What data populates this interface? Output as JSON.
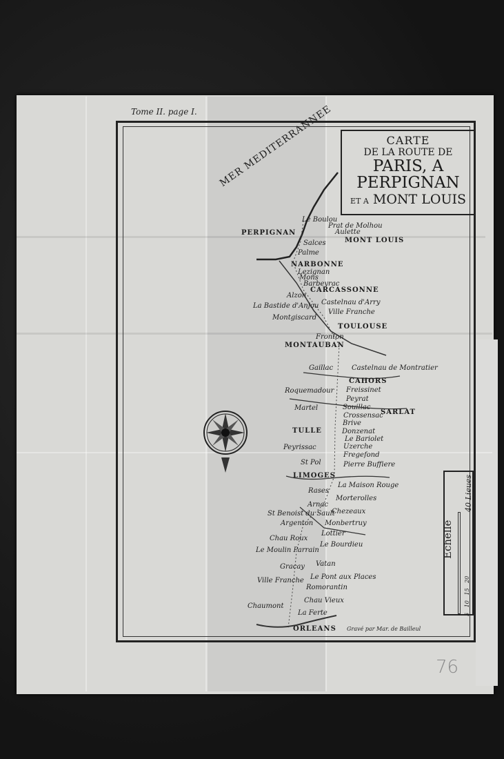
{
  "header": {
    "tome_label": "Tome II. page I."
  },
  "title": {
    "line1": "CARTE",
    "line2": "DE LA ROUTE DE",
    "line3": "PARIS, A",
    "line4": "PERPIGNAN",
    "line5_prefix": "ET A",
    "line5": "MONT LOUIS"
  },
  "sea_label": "MER MEDITERRANNEE",
  "places": [
    {
      "name": "PERPIGNAN",
      "city": true
    },
    {
      "name": "Le Boulou"
    },
    {
      "name": "Prat de Molhou"
    },
    {
      "name": "Aulette"
    },
    {
      "name": "MONT LOUIS",
      "city": true
    },
    {
      "name": "Salces"
    },
    {
      "name": "Palme"
    },
    {
      "name": "NARBONNE",
      "city": true
    },
    {
      "name": "Lezignan"
    },
    {
      "name": "Mons"
    },
    {
      "name": "Barbeyrac"
    },
    {
      "name": "CARCASSONNE",
      "city": true
    },
    {
      "name": "Alzon"
    },
    {
      "name": "Castelnau d'Arry"
    },
    {
      "name": "La Bastide d'Anjou"
    },
    {
      "name": "Ville Franche"
    },
    {
      "name": "Montgiscard"
    },
    {
      "name": "TOULOUSE",
      "city": true
    },
    {
      "name": "Fronton"
    },
    {
      "name": "MONTAUBAN",
      "city": true
    },
    {
      "name": "Gaillac"
    },
    {
      "name": "Castelnau de Montratier"
    },
    {
      "name": "CAHORS",
      "city": true
    },
    {
      "name": "Freissinet"
    },
    {
      "name": "Roquemadour"
    },
    {
      "name": "Peyrat"
    },
    {
      "name": "Martel"
    },
    {
      "name": "Souillac"
    },
    {
      "name": "SARLAT",
      "city": true
    },
    {
      "name": "Crossensac"
    },
    {
      "name": "Brive"
    },
    {
      "name": "TULLE",
      "city": true
    },
    {
      "name": "Donzenat"
    },
    {
      "name": "Le Bariolet"
    },
    {
      "name": "Uzerche"
    },
    {
      "name": "Peyrissac"
    },
    {
      "name": "Fregefond"
    },
    {
      "name": "St Pol"
    },
    {
      "name": "Pierre Buffiere"
    },
    {
      "name": "LIMOGES",
      "city": true
    },
    {
      "name": "La Maison Rouge"
    },
    {
      "name": "Rases"
    },
    {
      "name": "Morterolles"
    },
    {
      "name": "Arnac"
    },
    {
      "name": "Chezeaux"
    },
    {
      "name": "St Benoist du Sault"
    },
    {
      "name": "Argenton"
    },
    {
      "name": "Monbertruy"
    },
    {
      "name": "Lottier"
    },
    {
      "name": "Chau Roux"
    },
    {
      "name": "Le Bourdieu"
    },
    {
      "name": "Le Moulin Parrain"
    },
    {
      "name": "Gracay"
    },
    {
      "name": "Vatan"
    },
    {
      "name": "Ville Franche"
    },
    {
      "name": "Le Pont aux Places"
    },
    {
      "name": "Romorantin"
    },
    {
      "name": "Chau Vieux"
    },
    {
      "name": "Chaumont"
    },
    {
      "name": "La Ferte"
    },
    {
      "name": "ORLEANS",
      "city": true
    }
  ],
  "credit": "Gravé par Mar. de Bailleul",
  "scale": {
    "label": "Echelle",
    "unit_label": "40 Lieues",
    "ticks": "5 10 15 20"
  },
  "pencil_note": "76",
  "colors": {
    "paper": "#d9d9d6",
    "ink": "#1c1c1c",
    "background": "#161616"
  }
}
